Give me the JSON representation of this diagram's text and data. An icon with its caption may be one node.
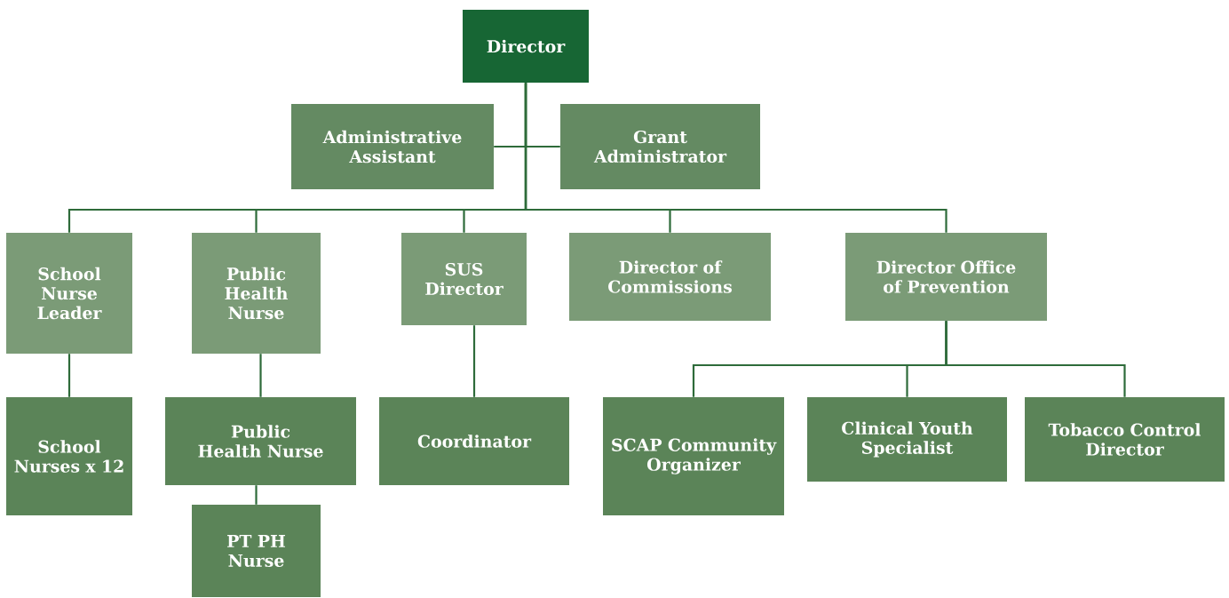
{
  "diagram": {
    "nodes": [
      {
        "text": [
          "Director"
        ]
      },
      {
        "text": [
          "Administrative Assistant"
        ]
      },
      {
        "text": [
          "Grant Administrator"
        ]
      },
      {
        "text": [
          "School Nurse Leader"
        ]
      },
      {
        "text": [
          "Public Health Nurse"
        ]
      },
      {
        "text": [
          "SUS Director"
        ]
      },
      {
        "text": [
          "Director of Commissions"
        ]
      },
      {
        "text": [
          "Director Office of Prevention"
        ]
      },
      {
        "text": [
          "School Nurses x 12"
        ]
      },
      {
        "text": [
          "Public Health Nurse"
        ]
      },
      {
        "text": [
          "PT PH Nurse"
        ]
      },
      {
        "text": [
          "Coordinator"
        ]
      },
      {
        "text": [
          "SCAP Community Organizer"
        ]
      },
      {
        "text": [
          "Clinical Youth Specialist"
        ]
      },
      {
        "text": [
          "Tobacco Control Director"
        ]
      }
    ],
    "edges": [
      {
        "from": 0,
        "to": 1,
        "arrow": "none"
      },
      {
        "from": 0,
        "to": 2,
        "arrow": "none"
      },
      {
        "from": 0,
        "to": 3,
        "arrow": "none"
      },
      {
        "from": 0,
        "to": 4,
        "arrow": "none"
      },
      {
        "from": 0,
        "to": 5,
        "arrow": "none"
      },
      {
        "from": 0,
        "to": 6,
        "arrow": "none"
      },
      {
        "from": 0,
        "to": 7,
        "arrow": "none"
      },
      {
        "from": 3,
        "to": 8,
        "arrow": "none"
      },
      {
        "from": 4,
        "to": 9,
        "arrow": "none"
      },
      {
        "from": 9,
        "to": 10,
        "arrow": "none"
      },
      {
        "from": 5,
        "to": 11,
        "arrow": "none"
      },
      {
        "from": 7,
        "to": 12,
        "arrow": "none"
      },
      {
        "from": 7,
        "to": 13,
        "arrow": "none"
      },
      {
        "from": 7,
        "to": 14,
        "arrow": "none"
      }
    ]
  }
}
